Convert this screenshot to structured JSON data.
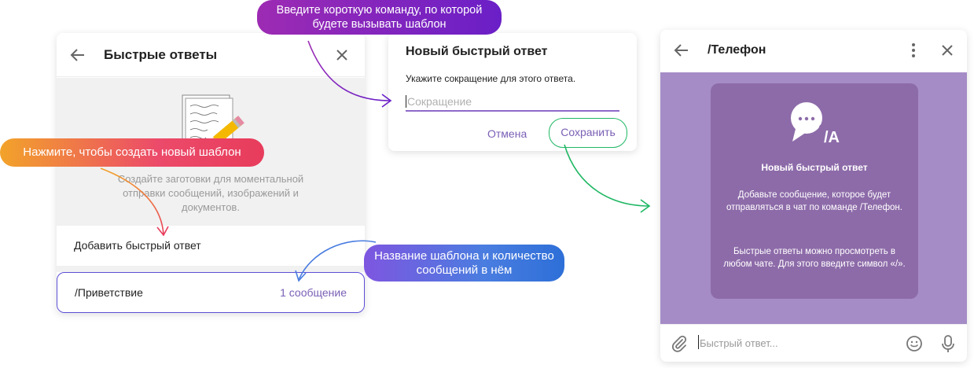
{
  "panel_quick_replies": {
    "title": "Быстрые ответы",
    "description": "Создайте заготовки для моментальной отправки сообщений, изображений и документов.",
    "add_label": "Добавить быстрый ответ",
    "item": {
      "name": "/Приветствие",
      "count": "1 сообщение"
    }
  },
  "panel_new_reply": {
    "title": "Новый быстрый ответ",
    "hint": "Укажите сокращение для этого ответа.",
    "input_placeholder": "Сокращение",
    "cancel_label": "Отмена",
    "save_label": "Сохранить"
  },
  "panel_chat": {
    "title": "/Телефон",
    "icon_badge": "/A",
    "box_title": "Новый быстрый ответ",
    "box_text_1": "Добавьте сообщение, которое будет отправляться в чат по команде /Телефон.",
    "box_text_2": "Быстрые ответы можно просмотреть в любом чате. Для этого введите символ «/».",
    "input_placeholder": "Быстрый ответ..."
  },
  "callouts": {
    "top": "Введите короткую команду, по которой будете вызывать шаблон",
    "left": "Нажмите, чтобы создать новый шаблон",
    "right": "Название шаблона и количество сообщений в нём"
  },
  "colors": {
    "accent_purple": "#7a5fb5",
    "save_outline": "#1fb764",
    "item_outline": "#5b4ed6",
    "chat_background": "#a58cc6",
    "chat_box": "#8d6ba9"
  }
}
